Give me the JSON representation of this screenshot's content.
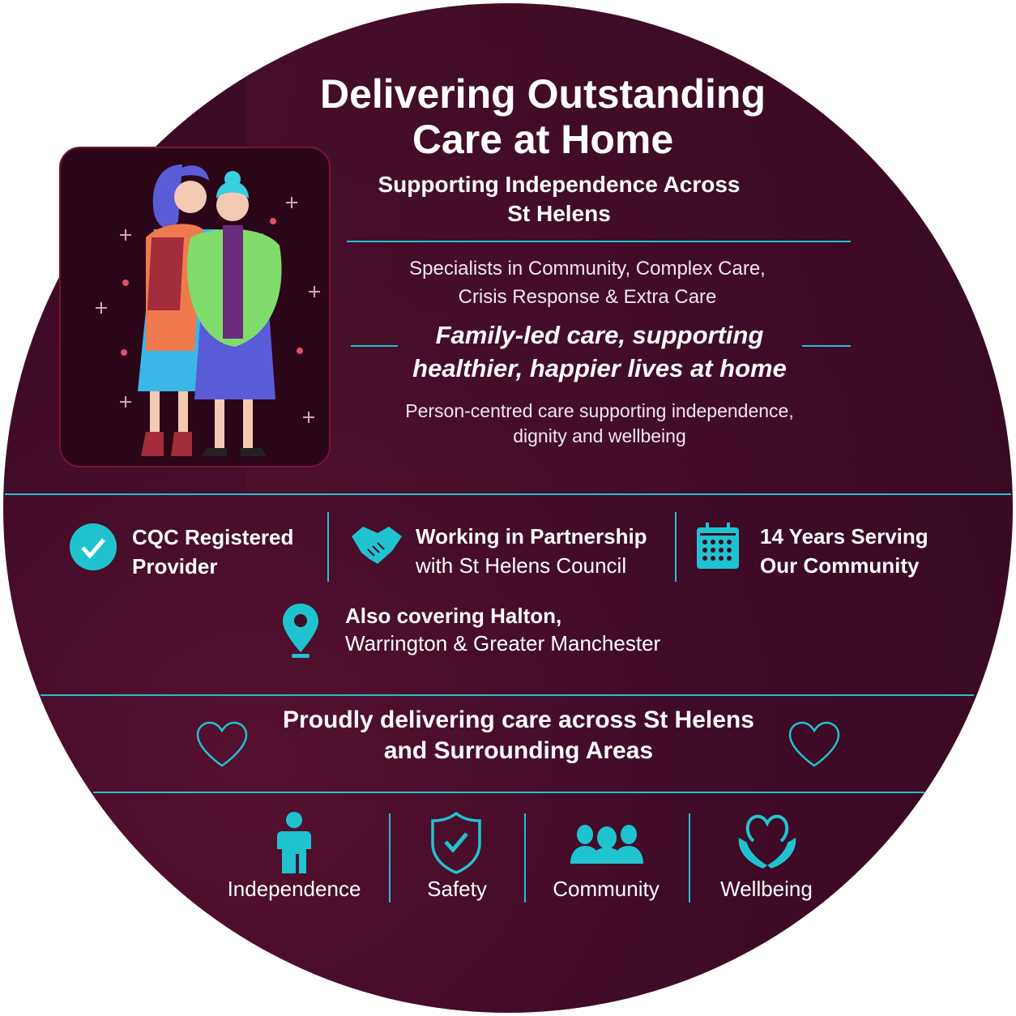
{
  "header": {
    "title_line1": "Delivering Outstanding",
    "title_line2": "Care at Home",
    "subtitle_line1": "Supporting Independence Across",
    "subtitle_line2": "St Helens"
  },
  "intro": {
    "specialists_line1": "Specialists in Community, Complex Care,",
    "specialists_line2": "Crisis Response & Extra Care",
    "tagline_line1": "Family-led care, supporting",
    "tagline_line2": "healthier, happier lives at home",
    "description_line1": "Person-centred care supporting independence,",
    "description_line2": "dignity and wellbeing"
  },
  "stats": [
    {
      "icon": "check-circle-icon",
      "line1": "CQC Registered",
      "line2": "Provider"
    },
    {
      "icon": "handshake-icon",
      "line1": "Working in Partnership",
      "line2": "with St Helens Council"
    },
    {
      "icon": "calendar-icon",
      "line1": "14 Years Serving",
      "line2": "Our Community"
    }
  ],
  "coverage": {
    "icon": "location-pin-icon",
    "line1": "Also covering Halton,",
    "line2": "Warrington & Greater Manchester"
  },
  "banner": {
    "line1": "Proudly delivering care across St Helens",
    "line2": "and Surrounding Areas"
  },
  "values": [
    {
      "icon": "person-icon",
      "label": "Independence"
    },
    {
      "icon": "shield-check-icon",
      "label": "Safety"
    },
    {
      "icon": "group-icon",
      "label": "Community"
    },
    {
      "icon": "heart-hands-icon",
      "label": "Wellbeing"
    }
  ],
  "colors": {
    "background": "#400b27",
    "accent": "#1fc3d0",
    "text": "#ffffff"
  }
}
